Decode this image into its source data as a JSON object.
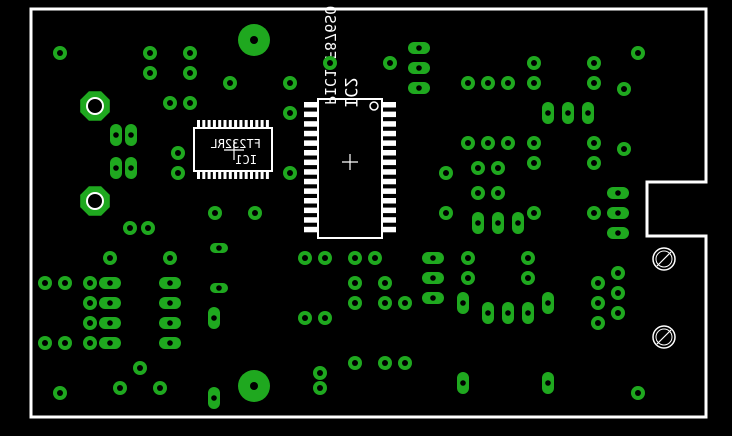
{
  "view": {
    "background": "#000000",
    "outline_color": "#ffffff",
    "copper_color": "#1fa81f",
    "hole_color": "#000000",
    "silk_color": "#ffffff"
  },
  "components": {
    "ic1": {
      "name": "IC1",
      "value": "FT232RL"
    },
    "ic2": {
      "name": "IC2",
      "value": "PIC16F876SO"
    }
  },
  "icons": {
    "mounting_hole": "screw-hole-icon",
    "pad": "pad-icon"
  }
}
